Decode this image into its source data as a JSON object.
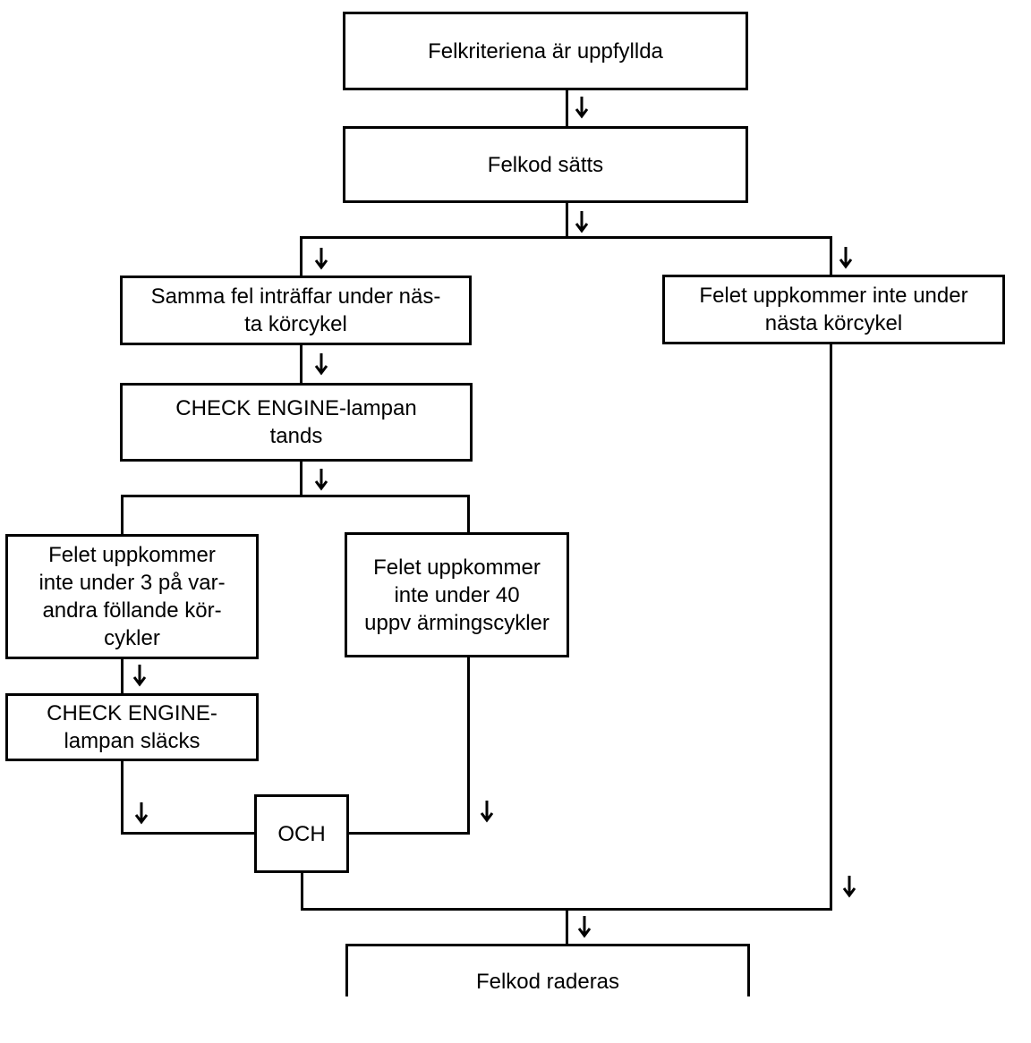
{
  "flow": {
    "criteria_met": "Felkriteriena är uppfyllda",
    "code_set": "Felkod sätts",
    "same_fault_next_cycle": [
      "Samma fel inträffar under näs-",
      "ta körcykel"
    ],
    "fault_not_next_cycle": [
      "Felet uppkommer inte under",
      "nästa körcykel"
    ],
    "lamp_on": [
      "CHECK ENGINE-lampan",
      "tands"
    ],
    "not_3_cycles": [
      "Felet uppkommer",
      "inte under 3 på var-",
      "andra föllande kör-",
      "cykler"
    ],
    "not_40_cycles": [
      "Felet uppkommer",
      "inte under 40",
      "uppv ärmingscykler"
    ],
    "lamp_off": [
      "CHECK ENGINE-",
      "lampan släcks"
    ],
    "and_gate": "OCH",
    "code_erased": "Felkod raderas"
  }
}
